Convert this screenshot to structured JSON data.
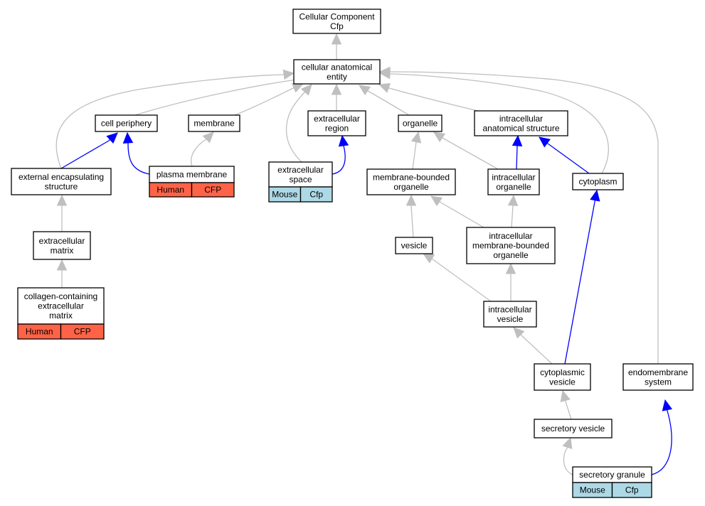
{
  "nodes": {
    "cellular_component": {
      "lines": [
        "Cellular Component",
        "Cfp"
      ]
    },
    "cellular_anatomical_entity": {
      "lines": [
        "cellular anatomical",
        "entity"
      ]
    },
    "cell_periphery": {
      "lines": [
        "cell periphery"
      ]
    },
    "membrane": {
      "lines": [
        "membrane"
      ]
    },
    "extracellular_region": {
      "lines": [
        "extracellular",
        "region"
      ]
    },
    "organelle": {
      "lines": [
        "organelle"
      ]
    },
    "intracellular_anatomical_structure": {
      "lines": [
        "intracellular",
        "anatomical structure"
      ]
    },
    "external_encapsulating_structure": {
      "lines": [
        "external encapsulating",
        "structure"
      ]
    },
    "plasma_membrane": {
      "lines": [
        "plasma membrane"
      ],
      "badges": [
        "Human",
        "CFP"
      ]
    },
    "extracellular_space": {
      "lines": [
        "extracellular",
        "space"
      ],
      "badges": [
        "Mouse",
        "Cfp"
      ]
    },
    "membrane_bounded_organelle": {
      "lines": [
        "membrane-bounded",
        "organelle"
      ]
    },
    "intracellular_organelle": {
      "lines": [
        "intracellular",
        "organelle"
      ]
    },
    "cytoplasm": {
      "lines": [
        "cytoplasm"
      ]
    },
    "extracellular_matrix": {
      "lines": [
        "extracellular",
        "matrix"
      ]
    },
    "vesicle": {
      "lines": [
        "vesicle"
      ]
    },
    "intracellular_membrane_bounded_organelle": {
      "lines": [
        "intracellular",
        "membrane-bounded",
        "organelle"
      ]
    },
    "collagen_containing_ecm": {
      "lines": [
        "collagen-containing",
        "extracellular",
        "matrix"
      ],
      "badges": [
        "Human",
        "CFP"
      ]
    },
    "intracellular_vesicle": {
      "lines": [
        "intracellular",
        "vesicle"
      ]
    },
    "cytoplasmic_vesicle": {
      "lines": [
        "cytoplasmic",
        "vesicle"
      ]
    },
    "endomembrane_system": {
      "lines": [
        "endomembrane",
        "system"
      ]
    },
    "secretory_vesicle": {
      "lines": [
        "secretory vesicle"
      ]
    },
    "secretory_granule": {
      "lines": [
        "secretory granule"
      ],
      "badges": [
        "Mouse",
        "Cfp"
      ]
    }
  },
  "edges": [
    {
      "from": "cellular_anatomical_entity",
      "to": "cellular_component",
      "relation": "is_a"
    },
    {
      "from": "cell_periphery",
      "to": "cellular_anatomical_entity",
      "relation": "is_a"
    },
    {
      "from": "membrane",
      "to": "cellular_anatomical_entity",
      "relation": "is_a"
    },
    {
      "from": "extracellular_region",
      "to": "cellular_anatomical_entity",
      "relation": "is_a"
    },
    {
      "from": "organelle",
      "to": "cellular_anatomical_entity",
      "relation": "is_a"
    },
    {
      "from": "intracellular_anatomical_structure",
      "to": "cellular_anatomical_entity",
      "relation": "is_a"
    },
    {
      "from": "external_encapsulating_structure",
      "to": "cellular_anatomical_entity",
      "relation": "is_a"
    },
    {
      "from": "extracellular_space",
      "to": "cellular_anatomical_entity",
      "relation": "is_a"
    },
    {
      "from": "cytoplasm",
      "to": "cellular_anatomical_entity",
      "relation": "is_a"
    },
    {
      "from": "endomembrane_system",
      "to": "cellular_anatomical_entity",
      "relation": "is_a"
    },
    {
      "from": "external_encapsulating_structure",
      "to": "cell_periphery",
      "relation": "part_of"
    },
    {
      "from": "plasma_membrane",
      "to": "cell_periphery",
      "relation": "part_of"
    },
    {
      "from": "plasma_membrane",
      "to": "membrane",
      "relation": "is_a"
    },
    {
      "from": "extracellular_space",
      "to": "extracellular_region",
      "relation": "part_of"
    },
    {
      "from": "membrane_bounded_organelle",
      "to": "organelle",
      "relation": "is_a"
    },
    {
      "from": "intracellular_organelle",
      "to": "organelle",
      "relation": "is_a"
    },
    {
      "from": "intracellular_organelle",
      "to": "intracellular_anatomical_structure",
      "relation": "part_of"
    },
    {
      "from": "cytoplasm",
      "to": "intracellular_anatomical_structure",
      "relation": "part_of"
    },
    {
      "from": "extracellular_matrix",
      "to": "external_encapsulating_structure",
      "relation": "is_a"
    },
    {
      "from": "collagen_containing_ecm",
      "to": "extracellular_matrix",
      "relation": "is_a"
    },
    {
      "from": "vesicle",
      "to": "membrane_bounded_organelle",
      "relation": "is_a"
    },
    {
      "from": "intracellular_membrane_bounded_organelle",
      "to": "membrane_bounded_organelle",
      "relation": "is_a"
    },
    {
      "from": "intracellular_membrane_bounded_organelle",
      "to": "intracellular_organelle",
      "relation": "is_a"
    },
    {
      "from": "intracellular_vesicle",
      "to": "vesicle",
      "relation": "is_a"
    },
    {
      "from": "intracellular_vesicle",
      "to": "intracellular_membrane_bounded_organelle",
      "relation": "is_a"
    },
    {
      "from": "cytoplasmic_vesicle",
      "to": "intracellular_vesicle",
      "relation": "is_a"
    },
    {
      "from": "cytoplasmic_vesicle",
      "to": "cytoplasm",
      "relation": "part_of"
    },
    {
      "from": "secretory_vesicle",
      "to": "cytoplasmic_vesicle",
      "relation": "is_a"
    },
    {
      "from": "secretory_granule",
      "to": "secretory_vesicle",
      "relation": "is_a"
    },
    {
      "from": "secretory_granule",
      "to": "endomembrane_system",
      "relation": "part_of"
    }
  ],
  "colors": {
    "is_a_edge": "#bfbfbf",
    "part_of_edge": "#0000ff",
    "human_badge": "#ff6347",
    "mouse_badge": "#add8e6"
  }
}
